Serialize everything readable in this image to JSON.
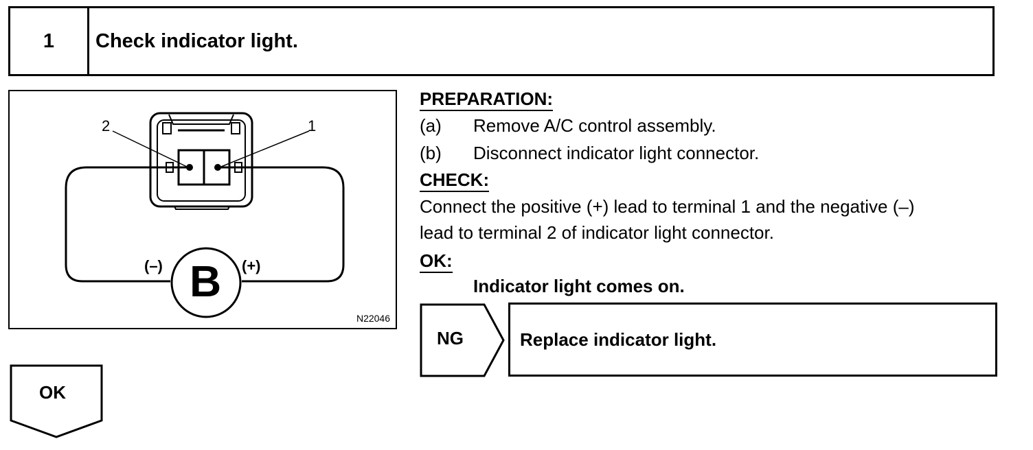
{
  "step": {
    "number": "1",
    "title": "Check indicator light."
  },
  "figure": {
    "code": "N22046",
    "terminal_1": "1",
    "terminal_2": "2",
    "negative_label": "(–)",
    "positive_label": "(+)",
    "battery_letter": "B"
  },
  "procedure": {
    "preparation_heading": "PREPARATION:",
    "preparation_items": [
      {
        "label": "(a)",
        "text": "Remove A/C control assembly."
      },
      {
        "label": "(b)",
        "text": "Disconnect indicator light connector."
      }
    ],
    "check_heading": "CHECK:",
    "check_lines": [
      "Connect the positive (+) lead to terminal 1 and the negative (–)",
      "lead to terminal 2 of indicator light connector."
    ],
    "ok_heading": "OK:",
    "ok_result": "Indicator light comes on."
  },
  "ng": {
    "label": "NG",
    "action": "Replace indicator light."
  },
  "ok_next": {
    "label": "OK"
  }
}
